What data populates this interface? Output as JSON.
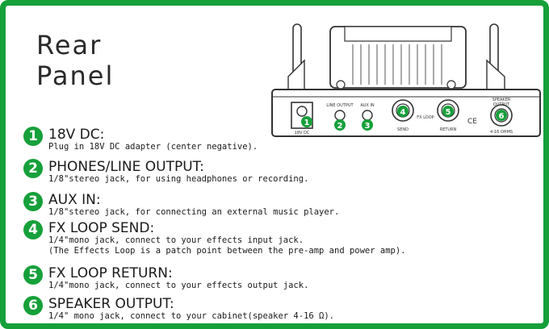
{
  "title": {
    "line1": "Rear",
    "line2": "Panel"
  },
  "panel_labels": {
    "power": "18V DC",
    "line_output": "LINE OUTPUT",
    "aux_in": "AUX IN",
    "fx_loop": "FX LOOP",
    "send": "SEND",
    "return": "RETURN",
    "speaker_output_1": "SPEAKER",
    "speaker_output_2": "OUTPUT",
    "cabinet": "4-16 OHMS",
    "ce": "CE"
  },
  "items": [
    {
      "number": "1",
      "title": "18V DC:",
      "lines": [
        "Plug in 18V DC adapter (center negative)."
      ]
    },
    {
      "number": "2",
      "title": "PHONES/LINE OUTPUT:",
      "lines": [
        "1/8\"stereo jack, for using headphones or recording."
      ]
    },
    {
      "number": "3",
      "title": "AUX IN:",
      "lines": [
        "1/8\"stereo jack, for connecting an external music player."
      ]
    },
    {
      "number": "4",
      "title": "FX LOOP SEND:",
      "lines": [
        "1/4\"mono jack, connect to your effects input jack.",
        "(The Effects Loop is a patch point between the pre-amp and power amp)."
      ]
    },
    {
      "number": "5",
      "title": "FX LOOP RETURN:",
      "lines": [
        "1/4\"mono jack, connect to your effects output jack."
      ]
    },
    {
      "number": "6",
      "title": "SPEAKER OUTPUT:",
      "lines": [
        "1/4\" mono jack, connect to your cabinet(speaker 4-16 Ω)."
      ]
    }
  ],
  "colors": {
    "accent": "#16a03a",
    "text": "#1a1a1a"
  }
}
